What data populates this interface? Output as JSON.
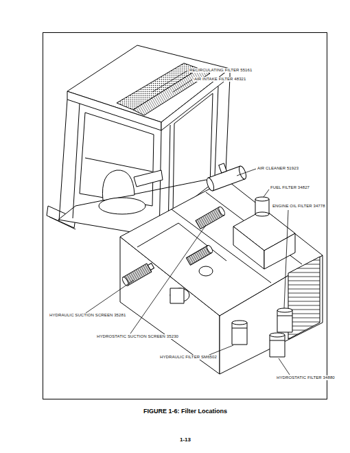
{
  "diagram": {
    "caption": "FIGURE 1-6: Filter Locations",
    "labels": [
      "RECIRCULATING FILTER 55161",
      "AIR INTAKE FILTER 48321",
      "AIR CLEANER 51923",
      "FUEL FILTER 34827",
      "ENGINE OIL FILTER 34778",
      "HYDRAULIC SUCTION SCREEN 35281",
      "HYDROSTATIC SUCTION SCREEN 35230",
      "HYDRAULIC FILTER SM6502",
      "HYDROSTATIC FILTER 34880",
      "1-13"
    ]
  }
}
